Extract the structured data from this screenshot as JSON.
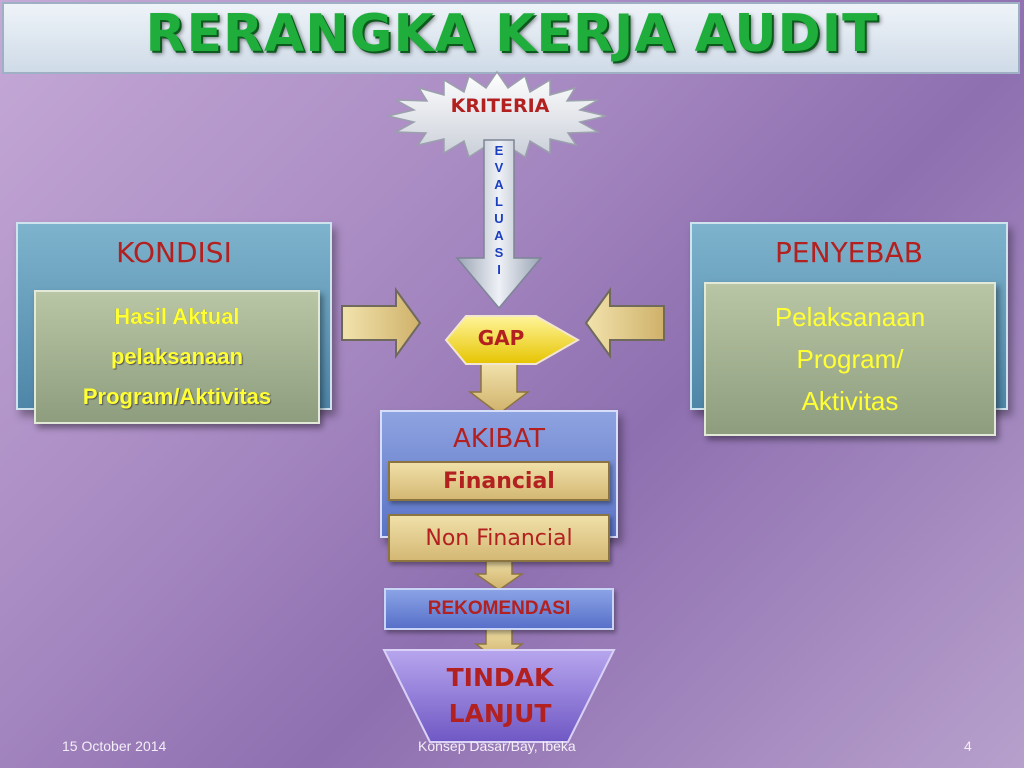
{
  "title": "RERANGKA KERJA AUDIT",
  "kriteria": "KRITERIA",
  "evaluasi_letters": [
    "E",
    "V",
    "A",
    "L",
    "U",
    "A",
    "S",
    "I"
  ],
  "gap": "GAP",
  "kondisi": {
    "title": "KONDISI",
    "lines": [
      "Hasil Aktual",
      "pelaksanaan",
      "Program/Aktivitas"
    ]
  },
  "penyebab": {
    "title": "PENYEBAB",
    "lines": [
      "Pelaksanaan",
      "Program/",
      "Aktivitas"
    ]
  },
  "akibat": {
    "title": "AKIBAT",
    "financial": "Financial",
    "non_financial": "Non Financial"
  },
  "rekomendasi": "REKOMENDASI",
  "tindak_lanjut": [
    "TINDAK",
    "LANJUT"
  ],
  "footer": {
    "date": "15 October 2014",
    "center": "Konsep Dasar/Bay, Ibeka",
    "page": "4"
  },
  "colors": {
    "title_green": "#1fae3c",
    "label_red": "#b32020",
    "card_text_yellow": "#ffff33",
    "gap_yellow": "#ffff00"
  }
}
